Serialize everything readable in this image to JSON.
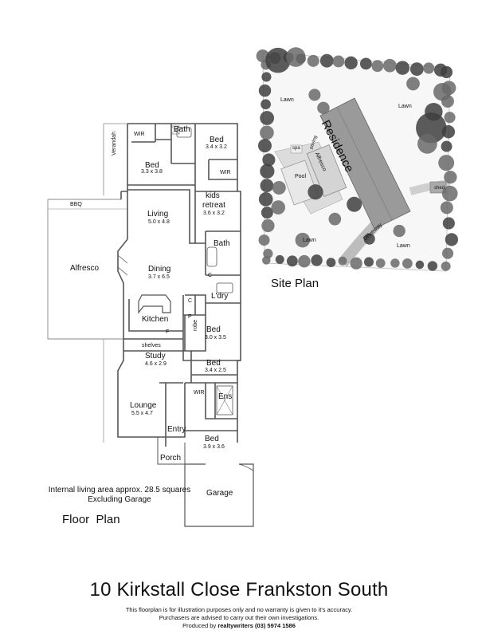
{
  "floor_plan": {
    "caption": "Floor  Plan",
    "area_note_line1": "Internal living area approx. 28.5 squares",
    "area_note_line2": "Excluding Garage",
    "rooms": [
      {
        "label": "Bath"
      },
      {
        "label": "WIR"
      },
      {
        "label": "Bed",
        "dims": "3.4 x 3.2"
      },
      {
        "label": "Bed",
        "dims": "3.3 x 3.8"
      },
      {
        "label": "WIR"
      },
      {
        "label": "Verandah"
      },
      {
        "label": "BBQ"
      },
      {
        "label": "kids",
        "label2": "retreat",
        "dims": "3.6 x 3.2"
      },
      {
        "label": "Living",
        "dims": "5.0 x 4.8"
      },
      {
        "label": "Bath"
      },
      {
        "label": "Alfresco"
      },
      {
        "label": "Dining",
        "dims": "3.7 x 6.5"
      },
      {
        "label": "C"
      },
      {
        "label": "L'dry"
      },
      {
        "label": "C"
      },
      {
        "label": "Kitchen"
      },
      {
        "label": "P"
      },
      {
        "label": "Bed",
        "dims": "3.0 x 3.5"
      },
      {
        "label": "robe"
      },
      {
        "label": "F"
      },
      {
        "label": "shelves"
      },
      {
        "label": "Study",
        "dims": "4.6 x 2.9"
      },
      {
        "label": "Bed",
        "dims": "3.4 x 2.5"
      },
      {
        "label": "Lounge",
        "dims": "5.5 x 4.7"
      },
      {
        "label": "WIR"
      },
      {
        "label": "Ens"
      },
      {
        "label": "Entry"
      },
      {
        "label": "Bed",
        "dims": "3.9 x 3.6"
      },
      {
        "label": "Porch"
      },
      {
        "label": "Garage"
      }
    ]
  },
  "site_plan": {
    "caption": "Site Plan",
    "labels": [
      "Lawn",
      "Lawn",
      "Residence",
      "spa",
      "paving",
      "Alfresco",
      "Pool",
      "shed",
      "Driveway",
      "Lawn",
      "Lawn"
    ]
  },
  "footer": {
    "address": "10 Kirkstall Close Frankston South",
    "disclaimer_line1": "This floorplan is for illustration purposes only and no warranty is given to it's accuracy.",
    "disclaimer_line2": "Purchasers are advised to carry out their own investigations.",
    "produced_prefix": "Produced by ",
    "produced_brand": "realtywriters",
    "produced_phone": " (03) 5974 1586"
  },
  "colors": {
    "wall": "#555555",
    "roof": "#9a9a9a",
    "tree_dark": "#3f3f3f",
    "tree_mid": "#6a6a6a",
    "paving": "#cfcfcf"
  }
}
